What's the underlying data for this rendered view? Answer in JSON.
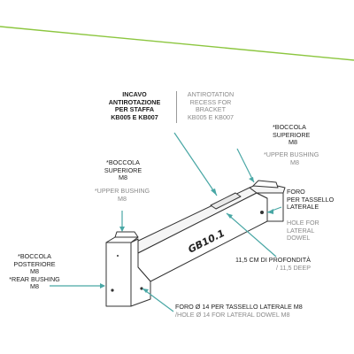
{
  "colors": {
    "accent_green": "#8cc63f",
    "leader_line": "#49a7a5",
    "part_outline": "#333333",
    "text_primary": "#1c1c1c",
    "text_secondary": "#8a8a8a"
  },
  "engraving": "GB10.1",
  "labels": {
    "recess_it": [
      "INCAVO",
      "ANTIROTAZIONE",
      "PER STAFFA",
      "KB005 E KB007"
    ],
    "recess_en": [
      "ANTIROTATION",
      "RECESS FOR",
      "BRACKET",
      "KB005 E KB007"
    ],
    "upper_right_it": [
      "*BOCCOLA",
      "SUPERIORE",
      "M8"
    ],
    "upper_right_en": [
      "*UPPER BUSHING",
      "M8"
    ],
    "upper_left_it": [
      "*BOCCOLA",
      "SUPERIORE",
      "M8"
    ],
    "upper_left_en": [
      "*UPPER BUSHING",
      "M8"
    ],
    "lateral_hole_it": [
      "FORO",
      "PER TASSELLO",
      "LATERALE"
    ],
    "lateral_hole_en": [
      "HOLE FOR",
      "LATERAL",
      "DOWEL"
    ],
    "depth_it": "11,5 CM DI PROFONDITÀ",
    "depth_en": "/ 11,5 DEEP",
    "rear_bushing_it": [
      "*BOCCOLA",
      "POSTERIORE",
      "M8"
    ],
    "rear_bushing_en": [
      "*REAR BUSHING",
      "M8"
    ],
    "lateral_dowel_it": "FORO Ø 14 PER TASSELLO LATERALE M8",
    "lateral_dowel_en": "/HOLE Ø 14 FOR LATERAL DOWEL  M8"
  }
}
